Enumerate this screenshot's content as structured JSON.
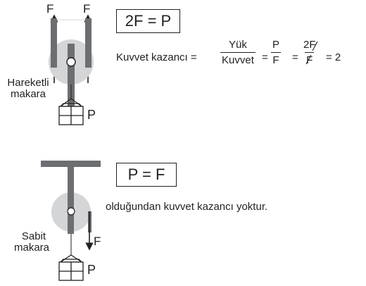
{
  "movable": {
    "force_left": "F",
    "force_right": "F",
    "label_line1": "Hareketli",
    "label_line2": "makara",
    "load_label": "P",
    "equation": "2F = P",
    "gain_prefix": "Kuvvet kazancı =",
    "frac1_num": "Yük",
    "frac1_den": "Kuvvet",
    "eq1": "=",
    "frac2_num": "P",
    "frac2_den": "F",
    "eq2": "=",
    "frac3_num": "2F",
    "frac3_den": "F",
    "eq3": "= 2"
  },
  "fixed": {
    "equation": "P = F",
    "description": "olduğundan kuvvet kazancı yoktur.",
    "label_line1": "Sabit",
    "label_line2": "makara",
    "force_label": "F",
    "load_label": "P"
  }
}
